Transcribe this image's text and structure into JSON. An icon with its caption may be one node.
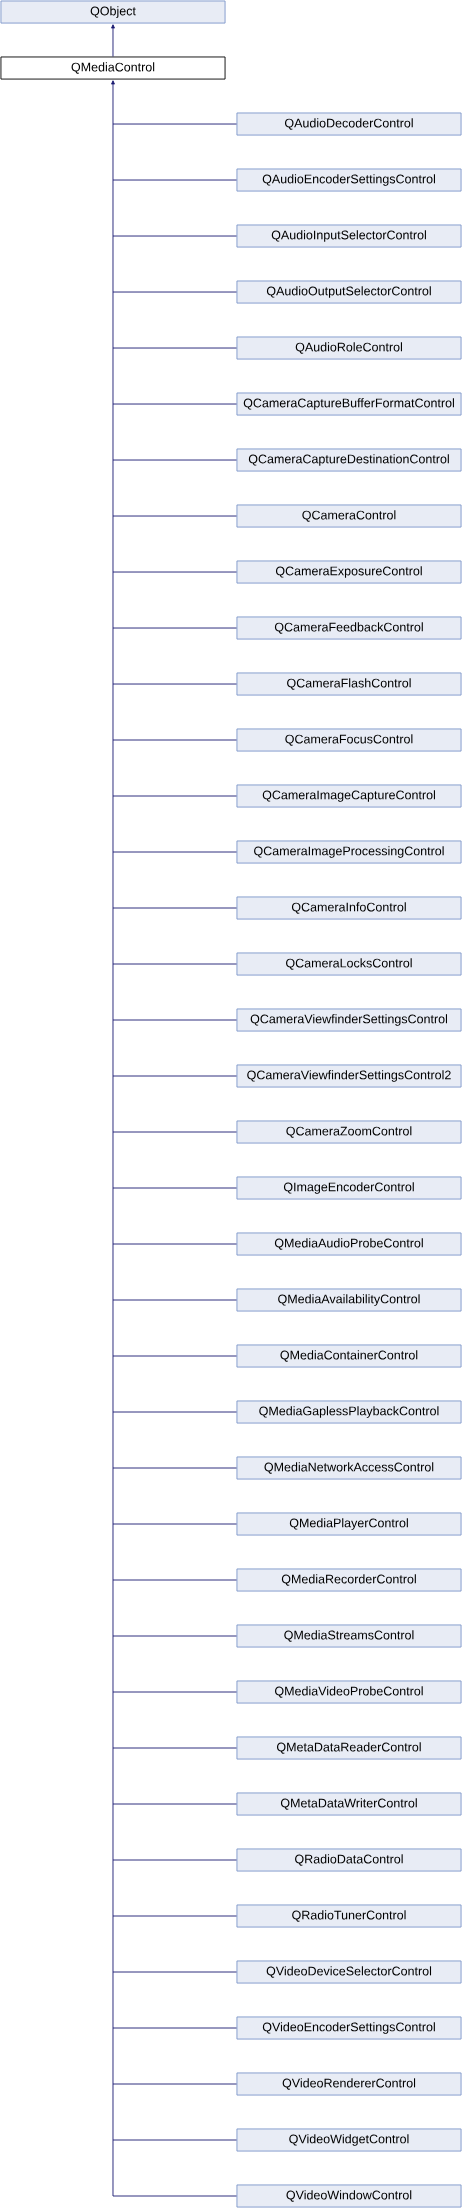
{
  "diagram": {
    "nodes": [
      {
        "text": [
          "QObject"
        ]
      },
      {
        "text": [
          "QMediaControl"
        ]
      },
      {
        "text": [
          "QAudioDecoderControl"
        ]
      },
      {
        "text": [
          "QAudioEncoderSettingsControl"
        ]
      },
      {
        "text": [
          "QAudioInputSelectorControl"
        ]
      },
      {
        "text": [
          "QAudioOutputSelectorControl"
        ]
      },
      {
        "text": [
          "QAudioRoleControl"
        ]
      },
      {
        "text": [
          "QCameraCaptureBufferFormatControl"
        ]
      },
      {
        "text": [
          "QCameraCaptureDestinationControl"
        ]
      },
      {
        "text": [
          "QCameraControl"
        ]
      },
      {
        "text": [
          "QCameraExposureControl"
        ]
      },
      {
        "text": [
          "QCameraFeedbackControl"
        ]
      },
      {
        "text": [
          "QCameraFlashControl"
        ]
      },
      {
        "text": [
          "QCameraFocusControl"
        ]
      },
      {
        "text": [
          "QCameraImageCaptureControl"
        ]
      },
      {
        "text": [
          "QCameraImageProcessingControl"
        ]
      },
      {
        "text": [
          "QCameraInfoControl"
        ]
      },
      {
        "text": [
          "QCameraLocksControl"
        ]
      },
      {
        "text": [
          "QCameraViewfinderSettingsControl"
        ]
      },
      {
        "text": [
          "QCameraViewfinderSettingsControl2"
        ]
      },
      {
        "text": [
          "QCameraZoomControl"
        ]
      },
      {
        "text": [
          "QImageEncoderControl"
        ]
      },
      {
        "text": [
          "QMediaAudioProbeControl"
        ]
      },
      {
        "text": [
          "QMediaAvailabilityControl"
        ]
      },
      {
        "text": [
          "QMediaContainerControl"
        ]
      },
      {
        "text": [
          "QMediaGaplessPlaybackControl"
        ]
      },
      {
        "text": [
          "QMediaNetworkAccessControl"
        ]
      },
      {
        "text": [
          "QMediaPlayerControl"
        ]
      },
      {
        "text": [
          "QMediaRecorderControl"
        ]
      },
      {
        "text": [
          "QMediaStreamsControl"
        ]
      },
      {
        "text": [
          "QMediaVideoProbeControl"
        ]
      },
      {
        "text": [
          "QMetaDataReaderControl"
        ]
      },
      {
        "text": [
          "QMetaDataWriterControl"
        ]
      },
      {
        "text": [
          "QRadioDataControl"
        ]
      },
      {
        "text": [
          "QRadioTunerControl"
        ]
      },
      {
        "text": [
          "QVideoDeviceSelectorControl"
        ]
      },
      {
        "text": [
          "QVideoEncoderSettingsControl"
        ]
      },
      {
        "text": [
          "QVideoRendererControl"
        ]
      },
      {
        "text": [
          "QVideoWidgetControl"
        ]
      },
      {
        "text": [
          "QVideoWindowControl"
        ]
      }
    ],
    "edges": [
      {
        "from": 1,
        "to": 0,
        "arrow": "to"
      },
      {
        "from": 2,
        "to": 1,
        "arrow": "to"
      },
      {
        "from": 3,
        "to": 1,
        "arrow": "to"
      },
      {
        "from": 4,
        "to": 1,
        "arrow": "to"
      },
      {
        "from": 5,
        "to": 1,
        "arrow": "to"
      },
      {
        "from": 6,
        "to": 1,
        "arrow": "to"
      },
      {
        "from": 7,
        "to": 1,
        "arrow": "to"
      },
      {
        "from": 8,
        "to": 1,
        "arrow": "to"
      },
      {
        "from": 9,
        "to": 1,
        "arrow": "to"
      },
      {
        "from": 10,
        "to": 1,
        "arrow": "to"
      },
      {
        "from": 11,
        "to": 1,
        "arrow": "to"
      },
      {
        "from": 12,
        "to": 1,
        "arrow": "to"
      },
      {
        "from": 13,
        "to": 1,
        "arrow": "to"
      },
      {
        "from": 14,
        "to": 1,
        "arrow": "to"
      },
      {
        "from": 15,
        "to": 1,
        "arrow": "to"
      },
      {
        "from": 16,
        "to": 1,
        "arrow": "to"
      },
      {
        "from": 17,
        "to": 1,
        "arrow": "to"
      },
      {
        "from": 18,
        "to": 1,
        "arrow": "to"
      },
      {
        "from": 19,
        "to": 1,
        "arrow": "to"
      },
      {
        "from": 20,
        "to": 1,
        "arrow": "to"
      },
      {
        "from": 21,
        "to": 1,
        "arrow": "to"
      },
      {
        "from": 22,
        "to": 1,
        "arrow": "to"
      },
      {
        "from": 23,
        "to": 1,
        "arrow": "to"
      },
      {
        "from": 24,
        "to": 1,
        "arrow": "to"
      },
      {
        "from": 25,
        "to": 1,
        "arrow": "to"
      },
      {
        "from": 26,
        "to": 1,
        "arrow": "to"
      },
      {
        "from": 27,
        "to": 1,
        "arrow": "to"
      },
      {
        "from": 28,
        "to": 1,
        "arrow": "to"
      },
      {
        "from": 29,
        "to": 1,
        "arrow": "to"
      },
      {
        "from": 30,
        "to": 1,
        "arrow": "to"
      },
      {
        "from": 31,
        "to": 1,
        "arrow": "to"
      },
      {
        "from": 32,
        "to": 1,
        "arrow": "to"
      },
      {
        "from": 33,
        "to": 1,
        "arrow": "to"
      },
      {
        "from": 34,
        "to": 1,
        "arrow": "to"
      },
      {
        "from": 35,
        "to": 1,
        "arrow": "to"
      },
      {
        "from": 36,
        "to": 1,
        "arrow": "to"
      },
      {
        "from": 37,
        "to": 1,
        "arrow": "to"
      },
      {
        "from": 38,
        "to": 1,
        "arrow": "to"
      },
      {
        "from": 39,
        "to": 1,
        "arrow": "to"
      }
    ]
  }
}
